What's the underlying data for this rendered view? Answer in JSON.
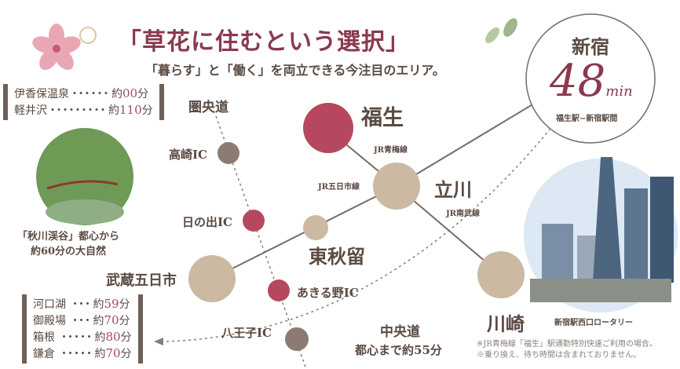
{
  "title": "「草花に住むという選択」",
  "subtitle": "「暮らす」と「働く」を両立できる今注目のエリア。",
  "top_box": [
    {
      "place": "伊香保温泉",
      "dots": "・・・・・・",
      "prefix": "約",
      "num": "00",
      "unit": "分"
    },
    {
      "place": "軽井沢",
      "dots": "・・・・・・・・・",
      "prefix": "約",
      "num": "110",
      "unit": "分"
    }
  ],
  "bottom_box": [
    {
      "place": "河口湖",
      "dots": "・・・",
      "prefix": "約",
      "num": "59",
      "unit": "分"
    },
    {
      "place": "御殿場",
      "dots": "・・・",
      "prefix": "約",
      "num": "70",
      "unit": "分"
    },
    {
      "place": "箱根",
      "dots": "・・・・・",
      "prefix": "約",
      "num": "80",
      "unit": "分"
    },
    {
      "place": "鎌倉",
      "dots": "・・・・・",
      "prefix": "約",
      "num": "70",
      "unit": "分"
    }
  ],
  "akigawa_caption": [
    "「秋川渓谷」都心から",
    "約60分の大自然"
  ],
  "roads": {
    "ken_o": "圏央道",
    "chuo": "中央道",
    "chuo_note": "都心まで約55分",
    "chuo_note_num": "55"
  },
  "ics": [
    "高崎IC",
    "日の出IC",
    "あきる野IC",
    "八王子IC"
  ],
  "stations": {
    "fussa": "福生",
    "tachikawa": "立川",
    "higashiakiru": "東秋留",
    "musashiitsukaichi": "武蔵五日市",
    "kawasaki": "川崎"
  },
  "lines": {
    "ome": "JR青梅線",
    "itsukaichi": "JR五日市線",
    "nambu": "JR南武線"
  },
  "shinjuku": {
    "name": "新宿",
    "minutes": "48",
    "unit": "min",
    "caption": "福生駅−新宿駅間"
  },
  "shinjuku_photo_caption": "新宿駅西口ロータリー",
  "notes": [
    "※JR青梅線「福生」駅通勤特別快速ご利用の場合。",
    "※乗り換え、待ち時間は含まれておりません。"
  ],
  "colors": {
    "accent": "#a44a64",
    "beige": "#cbb9a2",
    "maroon": "#b5485f",
    "grey": "#8c7b70",
    "text": "#5a4a42"
  }
}
